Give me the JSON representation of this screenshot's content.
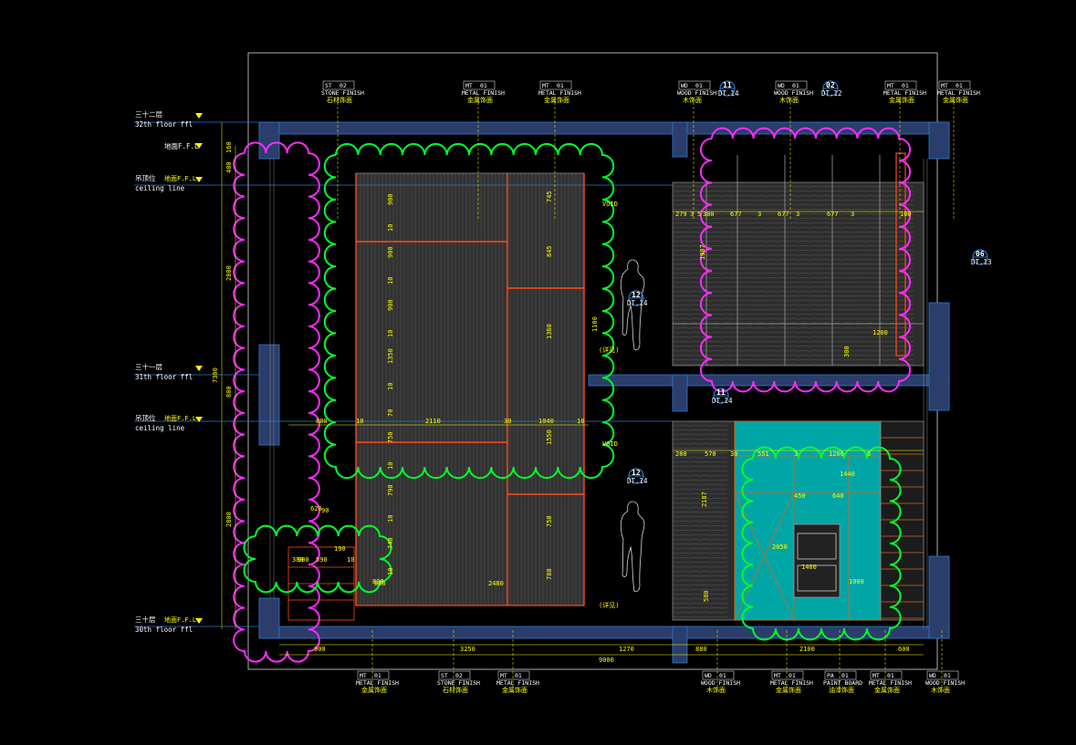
{
  "colors": {
    "background": "#000000",
    "frame": "#d8d8d8",
    "wall": "#2b3d6b",
    "wall_edge": "#2a7bd0",
    "panel": "#3a3a3a",
    "orange": "#ff4a1a",
    "green_cloud": "#00ff2a",
    "magenta_cloud": "#ff2bff",
    "yellow": "#ffff00",
    "cyan": "#00a6a6",
    "blue": "#0070ff"
  },
  "levels": [
    {
      "cn": "三十二层",
      "en": "32th floor ffl"
    },
    {
      "cn": "",
      "en": "地面F.F.L"
    },
    {
      "cn": "吊顶位",
      "en": "ceiling line",
      "tag": "地面F.F.L"
    },
    {
      "cn": "三十一层",
      "en": "31th floor ffl"
    },
    {
      "cn": "吊顶位",
      "en": "ceiling line",
      "tag": "地面F.F.L"
    },
    {
      "cn": "三十层",
      "en": "30th floor ffl",
      "tag": "地面F.F.L"
    }
  ],
  "top_tags": [
    {
      "code": "ST",
      "num": "02",
      "en": "STONE FINISH",
      "cn": "石材饰面"
    },
    {
      "code": "MT",
      "num": "01",
      "en": "METAL FINISH",
      "cn": "金属饰面"
    },
    {
      "code": "MT",
      "num": "01",
      "en": "METAL FINISH",
      "cn": "金属饰面"
    },
    {
      "code": "WD",
      "num": "01",
      "en": "WOOD FINISH",
      "cn": "木饰面"
    },
    {
      "code": "WD",
      "num": "01",
      "en": "WOOD FINISH",
      "cn": "木饰面"
    },
    {
      "code": "MT",
      "num": "01",
      "en": "METAL FINISH",
      "cn": "金属饰面"
    },
    {
      "code": "MT",
      "num": "01",
      "en": "METAL FINISH",
      "cn": "金属饰面"
    }
  ],
  "bottom_tags": [
    {
      "code": "MT",
      "num": "01",
      "en": "METAL FINISH",
      "cn": "金属饰面"
    },
    {
      "code": "ST",
      "num": "02",
      "en": "STONE FINISH",
      "cn": "石材饰面"
    },
    {
      "code": "MT",
      "num": "01",
      "en": "METAL FINISH",
      "cn": "金属饰面"
    },
    {
      "code": "WD",
      "num": "01",
      "en": "WOOD FINISH",
      "cn": "木饰面"
    },
    {
      "code": "MT",
      "num": "01",
      "en": "METAL FINISH",
      "cn": "金属饰面"
    },
    {
      "code": "PA",
      "num": "01",
      "en": "PAINT BOARD",
      "cn": "油漆饰面"
    },
    {
      "code": "MT",
      "num": "01",
      "en": "METAL FINISH",
      "cn": "金属饰面"
    },
    {
      "code": "WD",
      "num": "01",
      "en": "WOOD FINISH",
      "cn": "木饰面"
    }
  ],
  "bubbles": [
    {
      "num": "11",
      "ref": "DT.14"
    },
    {
      "num": "02",
      "ref": "DT.12"
    },
    {
      "num": "06",
      "ref": "DT.13"
    },
    {
      "num": "12",
      "ref": "DT.14"
    },
    {
      "num": "11",
      "ref": "DT.14"
    },
    {
      "num": "12",
      "ref": "DT.14"
    }
  ],
  "overall_dims": {
    "left_total": "7300",
    "left_upper": "2800",
    "left_mid": "800",
    "left_lower": "2800",
    "left_top_a": "400",
    "left_top_b": "160",
    "bottom_a": "900",
    "bottom_b": "3250",
    "bottom_c": "1270",
    "bottom_total": "9000",
    "bottom_d": "880",
    "bottom_e": "2100",
    "bottom_f": "600"
  },
  "inner_dims": {
    "row_a": [
      "880",
      "10",
      "2110",
      "30",
      "1040",
      "10"
    ],
    "upper_right": [
      "279",
      "3",
      "5",
      "380",
      "677",
      "3",
      "677",
      "3",
      "677",
      "3",
      "100"
    ],
    "lower_right": [
      "280",
      "570",
      "30",
      "551",
      "3",
      "1206",
      "5"
    ],
    "bottom_a": "2480",
    "bottom_b": "800",
    "stack_left": [
      "900",
      "10",
      "900",
      "10",
      "900",
      "10",
      "1350",
      "10",
      "70",
      "750",
      "10",
      "790",
      "10",
      "740",
      "10"
    ],
    "stack_right": [
      "745",
      "845",
      "1360",
      "1550",
      "750",
      "780"
    ],
    "side_a": "1987",
    "side_b": "300",
    "side_c": "1200",
    "side_d": "2187",
    "side_e": "580",
    "side_f": "1100",
    "void": "VOID",
    "note": "(详见)",
    "appliance": [
      "450",
      "640",
      "1440",
      "2050",
      "1400",
      "1000"
    ],
    "left_small": [
      "300",
      "590",
      "190",
      "900",
      "620",
      "90",
      "800",
      "10"
    ]
  }
}
